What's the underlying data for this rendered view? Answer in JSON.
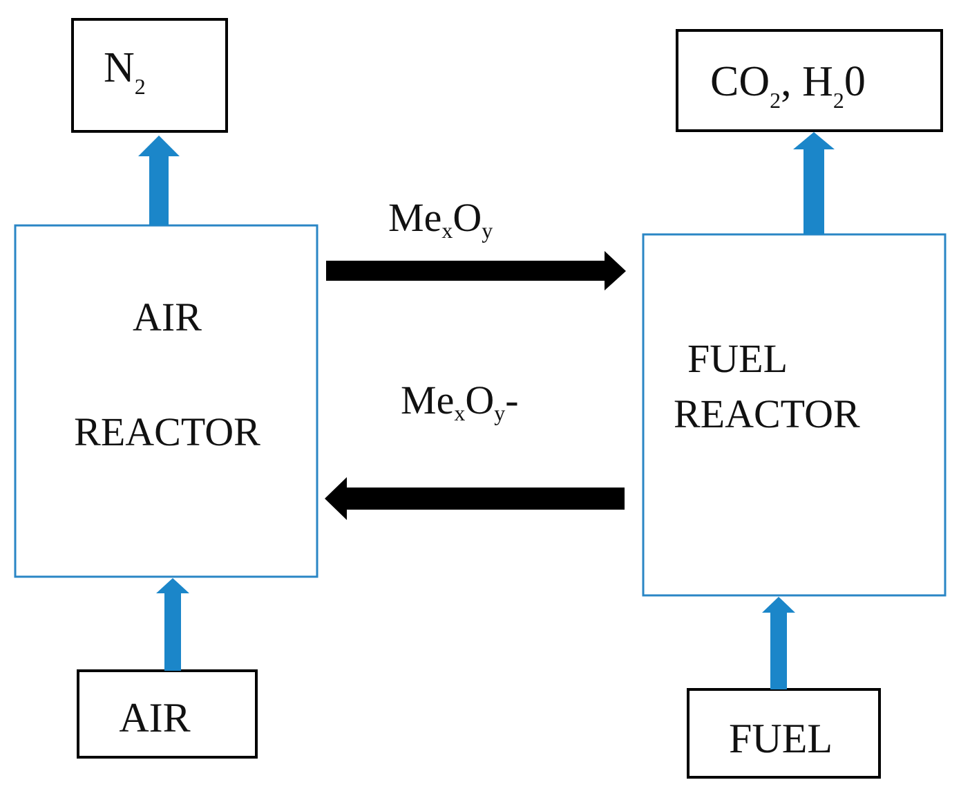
{
  "colors": {
    "reactor_border": "#2A86C5",
    "feed_arrow": "#1B86C9",
    "transfer_arrow": "#000000",
    "stream_border": "#000000"
  },
  "streams": {
    "nitrogen": {
      "base": "N",
      "sub": "2"
    },
    "products": {
      "part1_base": "CO",
      "part1_sub": "2",
      "sep": ", ",
      "part2_base": "H",
      "part2_sub": "2",
      "part2_tail": "0"
    },
    "air_in": "AIR",
    "fuel_in": "FUEL"
  },
  "reactors": {
    "air": {
      "line1": "AIR",
      "line2": "REACTOR"
    },
    "fuel": {
      "line1": "FUEL",
      "line2": "REACTOR"
    }
  },
  "transfers": {
    "oxidized": {
      "base": "Me",
      "sub_x": "x",
      "mid": "O",
      "sub_y": "y",
      "tail": ""
    },
    "reduced": {
      "base": "Me",
      "sub_x": "x",
      "mid": "O",
      "sub_y": "y",
      "tail": "-"
    }
  }
}
